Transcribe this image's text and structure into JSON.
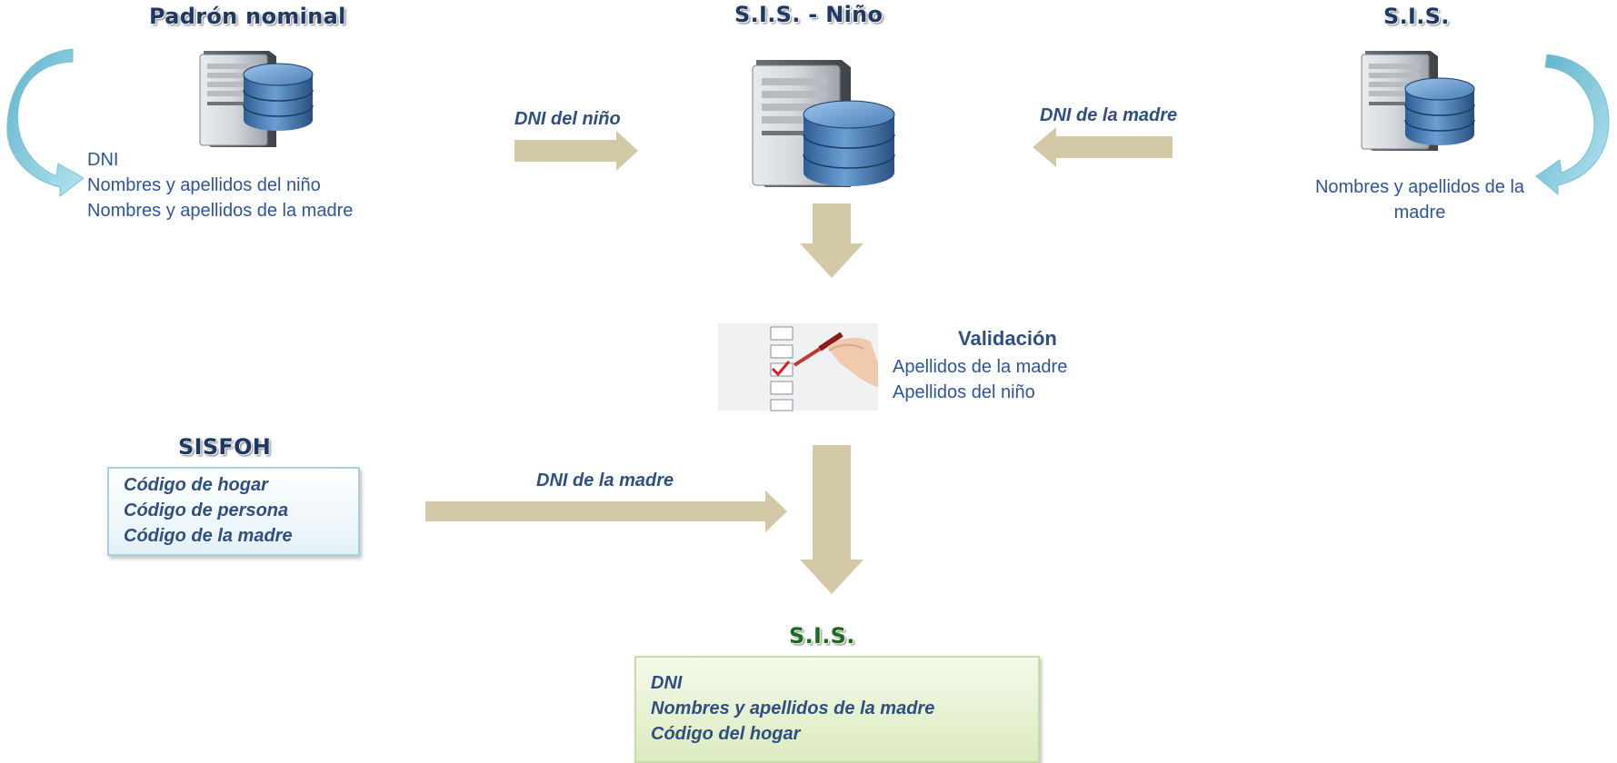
{
  "nodes": {
    "padron": {
      "title": "Padrón nominal",
      "lines": [
        "DNI",
        "Nombres y apellidos del niño",
        "Nombres y apellidos de la madre"
      ]
    },
    "sis_nino": {
      "title": "S.I.S. - Niño"
    },
    "sis_top": {
      "title": "S.I.S.",
      "caption": [
        "Nombres y apellidos de la",
        "madre"
      ]
    },
    "validacion": {
      "title": "Validación",
      "lines": [
        "Apellidos de la madre",
        "Apellidos del niño"
      ]
    },
    "sisfoh": {
      "title": "SISFOH",
      "lines": [
        "Código de hogar",
        "Código de persona",
        "Código de la madre"
      ]
    },
    "sis_bottom": {
      "title": "S.I.S.",
      "lines": [
        "DNI",
        "Nombres y apellidos de la madre",
        "Código del hogar"
      ]
    }
  },
  "flows": {
    "dni_nino": "DNI del niño",
    "dni_madre_top": "DNI de la madre",
    "dni_madre_bottom": "DNI de la madre"
  },
  "colors": {
    "arrow": "#d3c9a6",
    "curve_arrow": "#8ecfe0",
    "title": "#1f3864",
    "title_green": "#1e6b1e",
    "text": "#2f5496"
  },
  "icons": [
    "database-server-icon",
    "checklist-validation-icon",
    "curved-arrow-icon"
  ]
}
